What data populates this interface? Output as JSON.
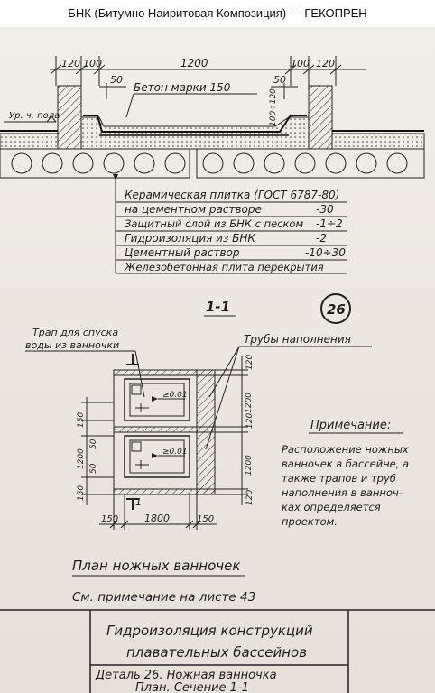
{
  "header": {
    "title": "БНК (Битумно Наиритовая Композиция) — ГЕКОПРЕН"
  },
  "section": {
    "dims_top": [
      "120",
      "100",
      "1200",
      "100",
      "120"
    ],
    "dim_50_left": "50",
    "dim_50_right": "50",
    "beton_label": "Бетон марки 150",
    "floor_label": "Ур. ч. пола",
    "side_dim": "100÷120",
    "layers": [
      "Керамическая плитка (ГОСТ 6787-80)",
      "на цементном растворе",
      "Защитный слой из БНК с песком",
      "Гидроизоляция из БНК",
      "Цементный раствор",
      "Железобетонная плита перекрытия"
    ],
    "layer_values": [
      "-30",
      "-1÷2",
      "-2",
      "-10÷30"
    ]
  },
  "plan": {
    "title": "1-1",
    "detail_number": "26",
    "trap_label_1": "Трап для спуска",
    "trap_label_2": "воды из ванночки",
    "pipes_label": "Трубы наполнения",
    "slope_1": "≥0.01",
    "slope_2": "≥0.01",
    "right_dims": [
      "120",
      "120",
      "120",
      "1200",
      "1200"
    ],
    "left_dims": [
      "150",
      "50",
      "1200",
      "50",
      "150"
    ],
    "bottom_dims": [
      "150",
      "1800",
      "150"
    ],
    "cut_label": "1",
    "caption": "План ножных ванночек",
    "see_note": "См. примечание на листе 43"
  },
  "note": {
    "title": "Примечание:",
    "lines": [
      "Расположение ножных",
      "ванночек в бассейне, а",
      "также трапов и труб",
      "наполнения в ваннoч-",
      "ках определяется",
      "проектом."
    ]
  },
  "title_block": {
    "line1": "Гидроизоляция конструкций",
    "line2": "плавательных бассейнов",
    "line3": "Деталь 26. Ножная ванночка",
    "line4": "План. Сечение 1-1"
  }
}
